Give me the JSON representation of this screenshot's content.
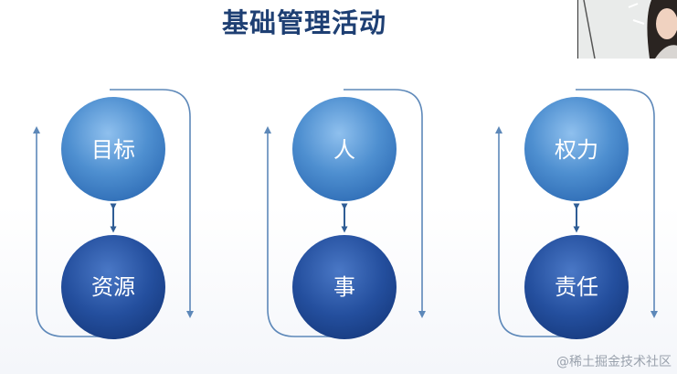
{
  "slide": {
    "title": "基础管理活动",
    "groups": [
      {
        "top_label": "目标",
        "bottom_label": "资源"
      },
      {
        "top_label": "人",
        "bottom_label": "事"
      },
      {
        "top_label": "权力",
        "bottom_label": "责任"
      }
    ]
  },
  "colors": {
    "title": "#1e3f73",
    "circle_top": "#4a8fd1",
    "circle_bottom": "#24509f",
    "loop_line": "#5d88b9"
  },
  "watermark": "@稀土掘金技术社区"
}
